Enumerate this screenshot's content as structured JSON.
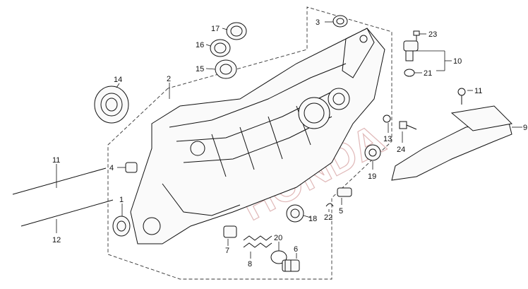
{
  "watermark": "HONDA",
  "callouts": [
    "1",
    "2",
    "3",
    "4",
    "5",
    "6",
    "7",
    "8",
    "9",
    "10",
    "11",
    "12",
    "12",
    "13",
    "14",
    "15",
    "16",
    "17",
    "18",
    "19",
    "20",
    "21",
    "22",
    "23",
    "24"
  ]
}
